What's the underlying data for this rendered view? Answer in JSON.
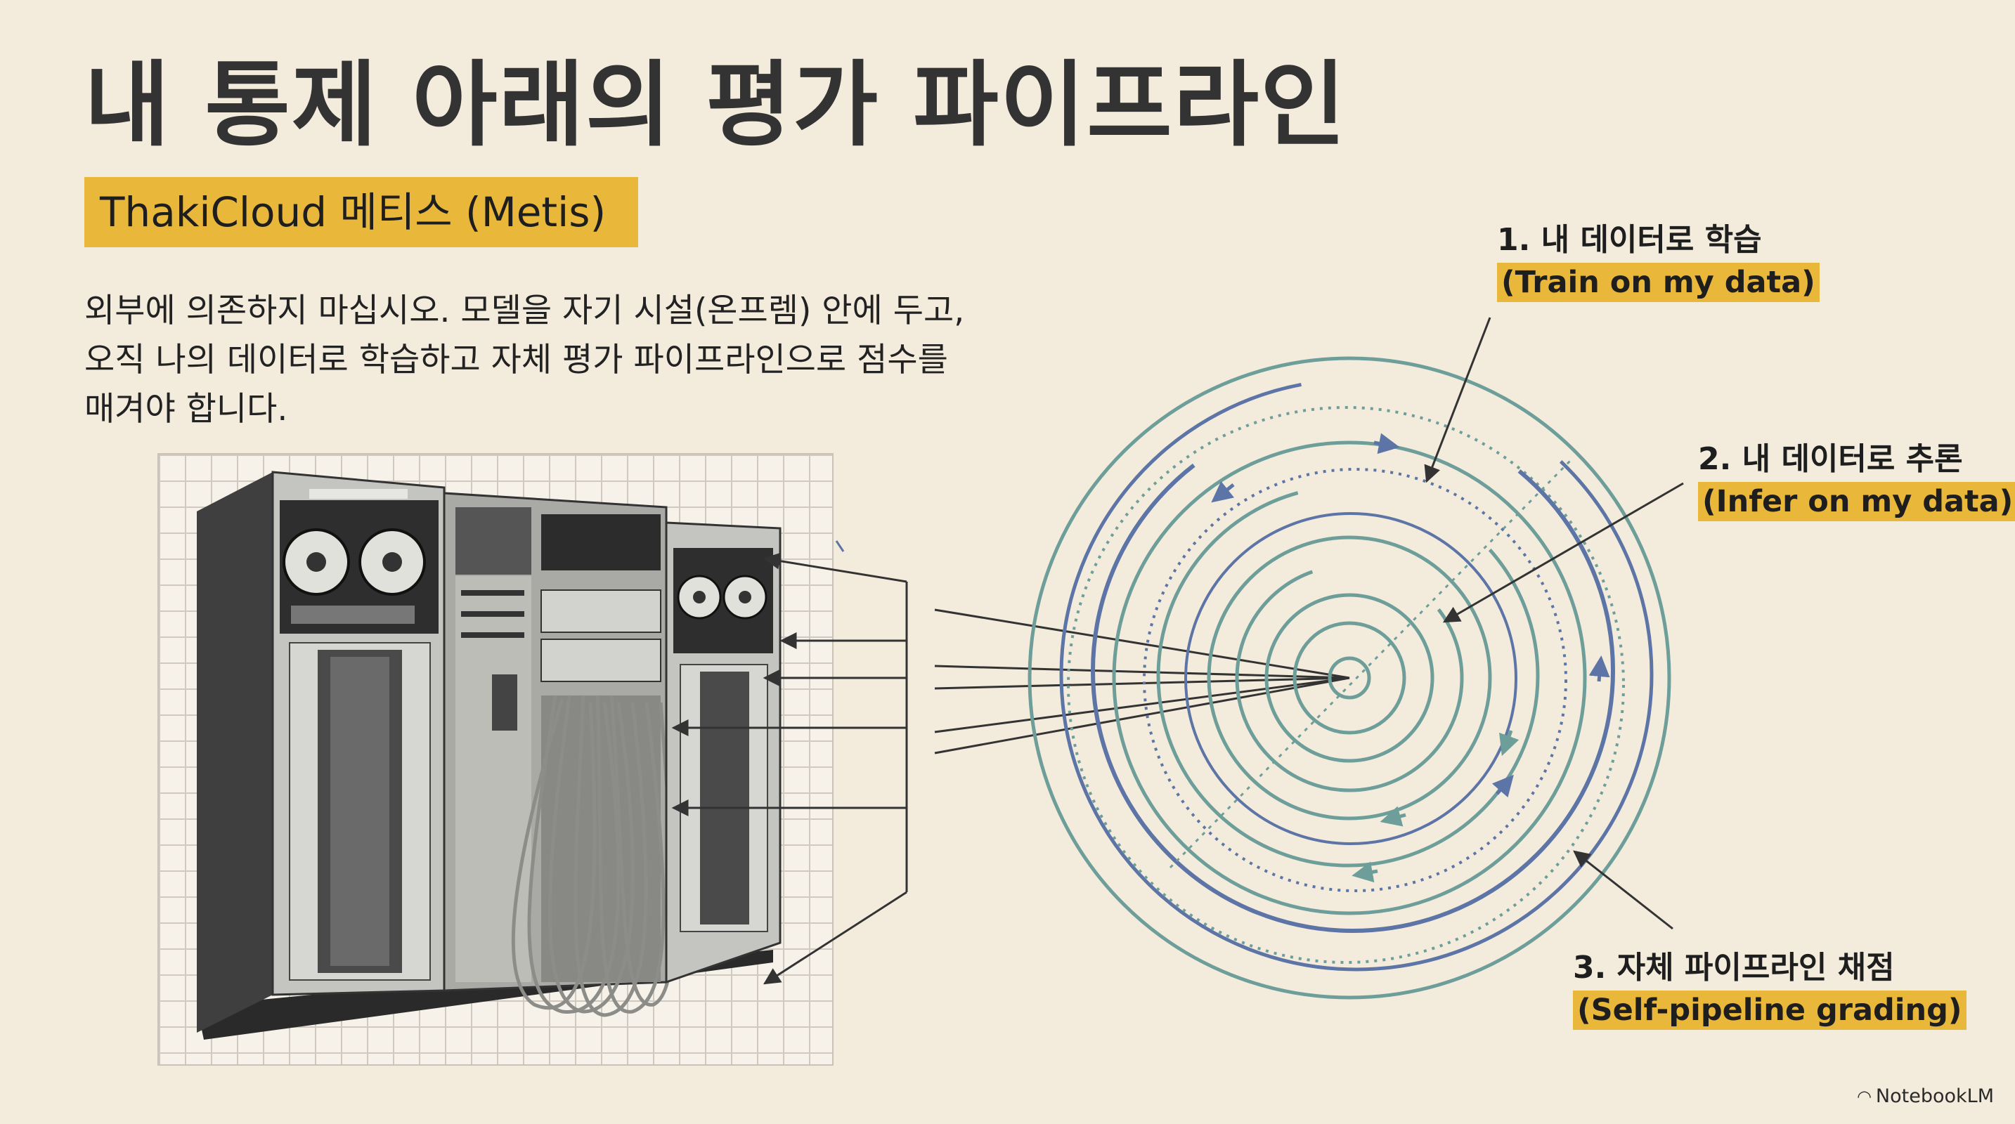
{
  "title": "내 통제 아래의 평가 파이프라인",
  "badge": "ThakiCloud 메티스 (Metis)",
  "body_lines": [
    "외부에 의존하지 마십시오. 모델을 자기 시설(온프렘) 안에 두고,",
    "오직 나의 데이터로 학습하고 자체 평가 파이프라인으로 점수를",
    "매겨야 합니다."
  ],
  "labels": [
    {
      "ko": "1. 내 데이터로 학습",
      "en": "(Train on my data)"
    },
    {
      "ko": "2. 내 데이터로 추론",
      "en": "(Infer on my data)"
    },
    {
      "ko": "3. 자체 파이프라인 채점",
      "en": "(Self-pipeline grading)"
    }
  ],
  "watermark": "NotebookLM",
  "icons": {
    "watermark": "notebooklm-logo-icon",
    "illustration": "mainframe-computer-icon"
  },
  "colors": {
    "background": "#f3ecdc",
    "accent": "#e9b73a",
    "teal": "#6e9e9a",
    "blue": "#5d74a6"
  }
}
